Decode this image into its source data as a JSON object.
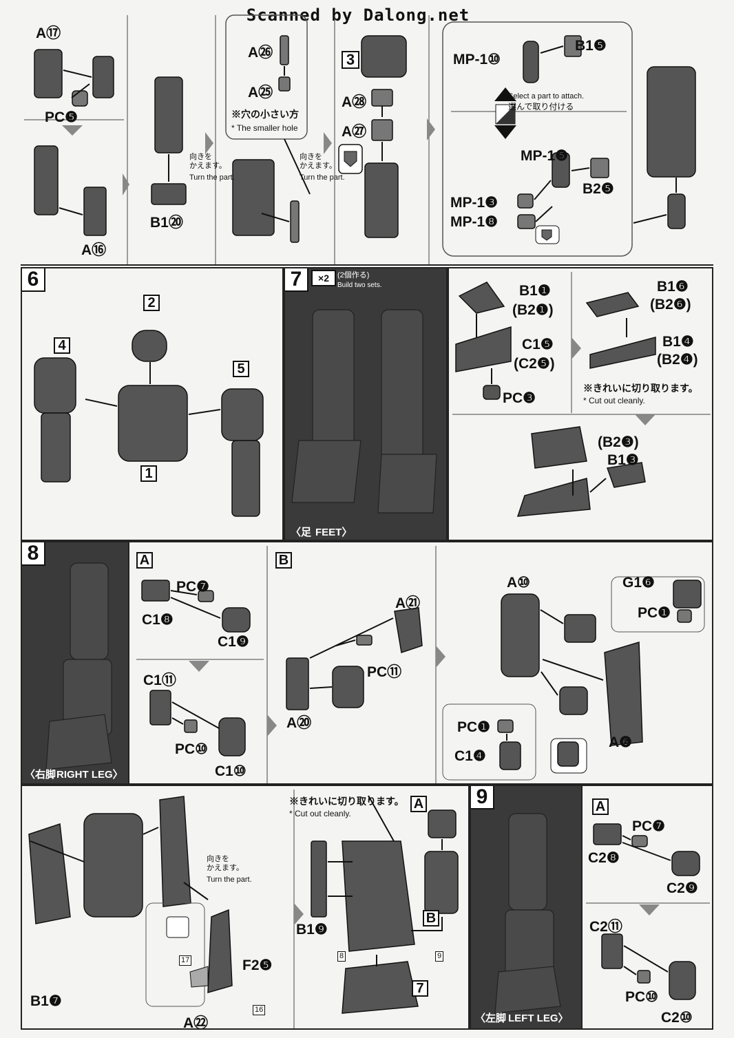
{
  "header": {
    "scan_credit": "Scanned by Dalong.net"
  },
  "top_row": {
    "labels": {
      "a17": "A⑰",
      "pc5": "PC❺",
      "a16": "A⑯",
      "b120": "B1⑳",
      "a26": "A㉖",
      "a25": "A㉕",
      "smaller_hole_jp": "※穴の小さい方",
      "smaller_hole_en": "* The smaller hole",
      "a28": "A㉘",
      "a27": "A㉗",
      "mp110": "MP-1⑩",
      "b15": "B1❺",
      "mp15": "MP-1❺",
      "b25": "B2❺",
      "mp13": "MP-1❸",
      "mp18": "MP-1❽"
    },
    "turn_part_jp": "向きを\nかえます。",
    "turn_part_en": "Turn the part.",
    "step3": "3",
    "select_en": "Select a part to attach.",
    "select_jp": "選んで取り付ける"
  },
  "step6": {
    "number": "6",
    "parts": [
      "2",
      "4",
      "5",
      "1"
    ]
  },
  "step7": {
    "number": "7",
    "times": "×2",
    "sets_jp": "(2個作る)",
    "sets_en": "Build two sets.",
    "caption_jp": "〈足",
    "caption_en": "FEET〉",
    "labels": {
      "b11": "B1❶",
      "b21": "(B2❶)",
      "c15": "C1❺",
      "c25": "(C2❺)",
      "pc3": "PC❸",
      "b16": "B1❻",
      "b26": "(B2❻)",
      "b14": "B1❹",
      "b24": "(B2❹)",
      "b23": "(B2❸)",
      "b13": "B1❸"
    },
    "cut_jp": "※きれいに切り取ります。",
    "cut_en": "* Cut out cleanly."
  },
  "step8": {
    "number": "8",
    "caption_jp": "〈右脚",
    "caption_en": "RIGHT LEG〉",
    "runner_a": "A",
    "runner_b": "B",
    "labels": {
      "pc7": "PC❼",
      "c18": "C1❽",
      "c19": "C1❾",
      "c111": "C1⑪",
      "pc10": "PC⑩",
      "c110": "C1⑩",
      "a21": "A㉑",
      "pc11": "PC⑪",
      "a20": "A⑳",
      "a10": "A⑩",
      "g16": "G1❻",
      "pc1": "PC❶",
      "pc1b": "PC❶",
      "c14": "C1❹",
      "a6": "A❻"
    }
  },
  "bottom_left": {
    "labels": {
      "b17": "B1❼",
      "f25": "F2❺",
      "a22": "A㉒",
      "b19": "B1❾",
      "ref17": "17",
      "ref16": "16",
      "ref8": "8",
      "ref9": "9"
    },
    "cut_jp": "※きれいに切り取ります。",
    "cut_en": "* Cut out cleanly.",
    "runner_a": "A",
    "runner_b": "B",
    "step7_ref": "7"
  },
  "step9": {
    "number": "9",
    "caption_jp": "〈左脚",
    "caption_en": "LEFT LEG〉",
    "runner_a": "A",
    "labels": {
      "c28": "C2❽",
      "pc7": "PC❼",
      "c29": "C2❾",
      "c211": "C2⑪",
      "pc10": "PC⑩",
      "c210": "C2⑩"
    }
  }
}
